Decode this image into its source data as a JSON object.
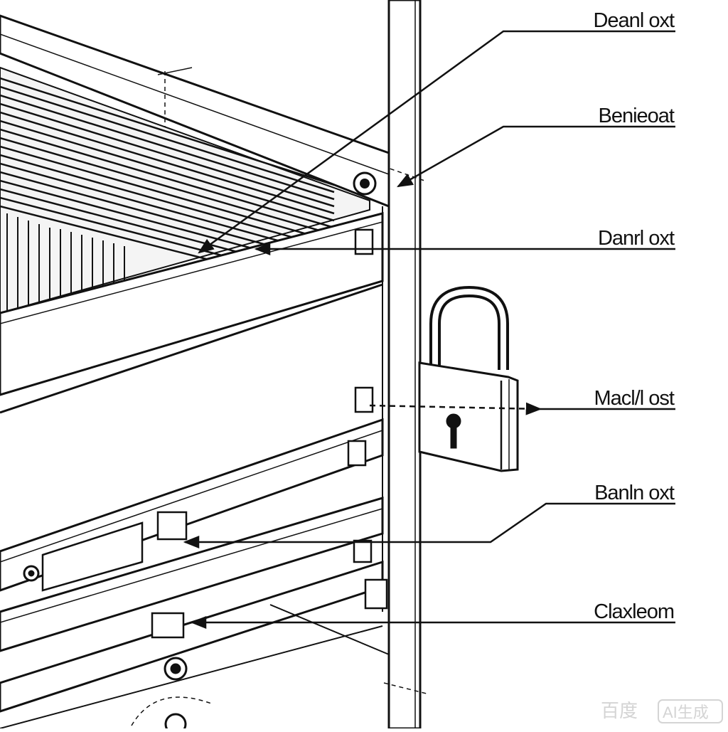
{
  "callouts": [
    {
      "id": "c1",
      "label": "Deanl oxt"
    },
    {
      "id": "c2",
      "label": "Benieoat"
    },
    {
      "id": "c3",
      "label": "Danrl oxt"
    },
    {
      "id": "c4",
      "label": "Macl/l ost"
    },
    {
      "id": "c5",
      "label": "Banln oxt"
    },
    {
      "id": "c6",
      "label": "Claxleom"
    }
  ],
  "watermark": {
    "logo_text": "百度",
    "badge_text": "AI生成"
  },
  "colors": {
    "ink": "#111111",
    "paper": "#ffffff",
    "watermark": "#d4d4d4"
  },
  "icons": [
    "padlock-icon",
    "keyhole-icon",
    "arrowhead-icon"
  ]
}
